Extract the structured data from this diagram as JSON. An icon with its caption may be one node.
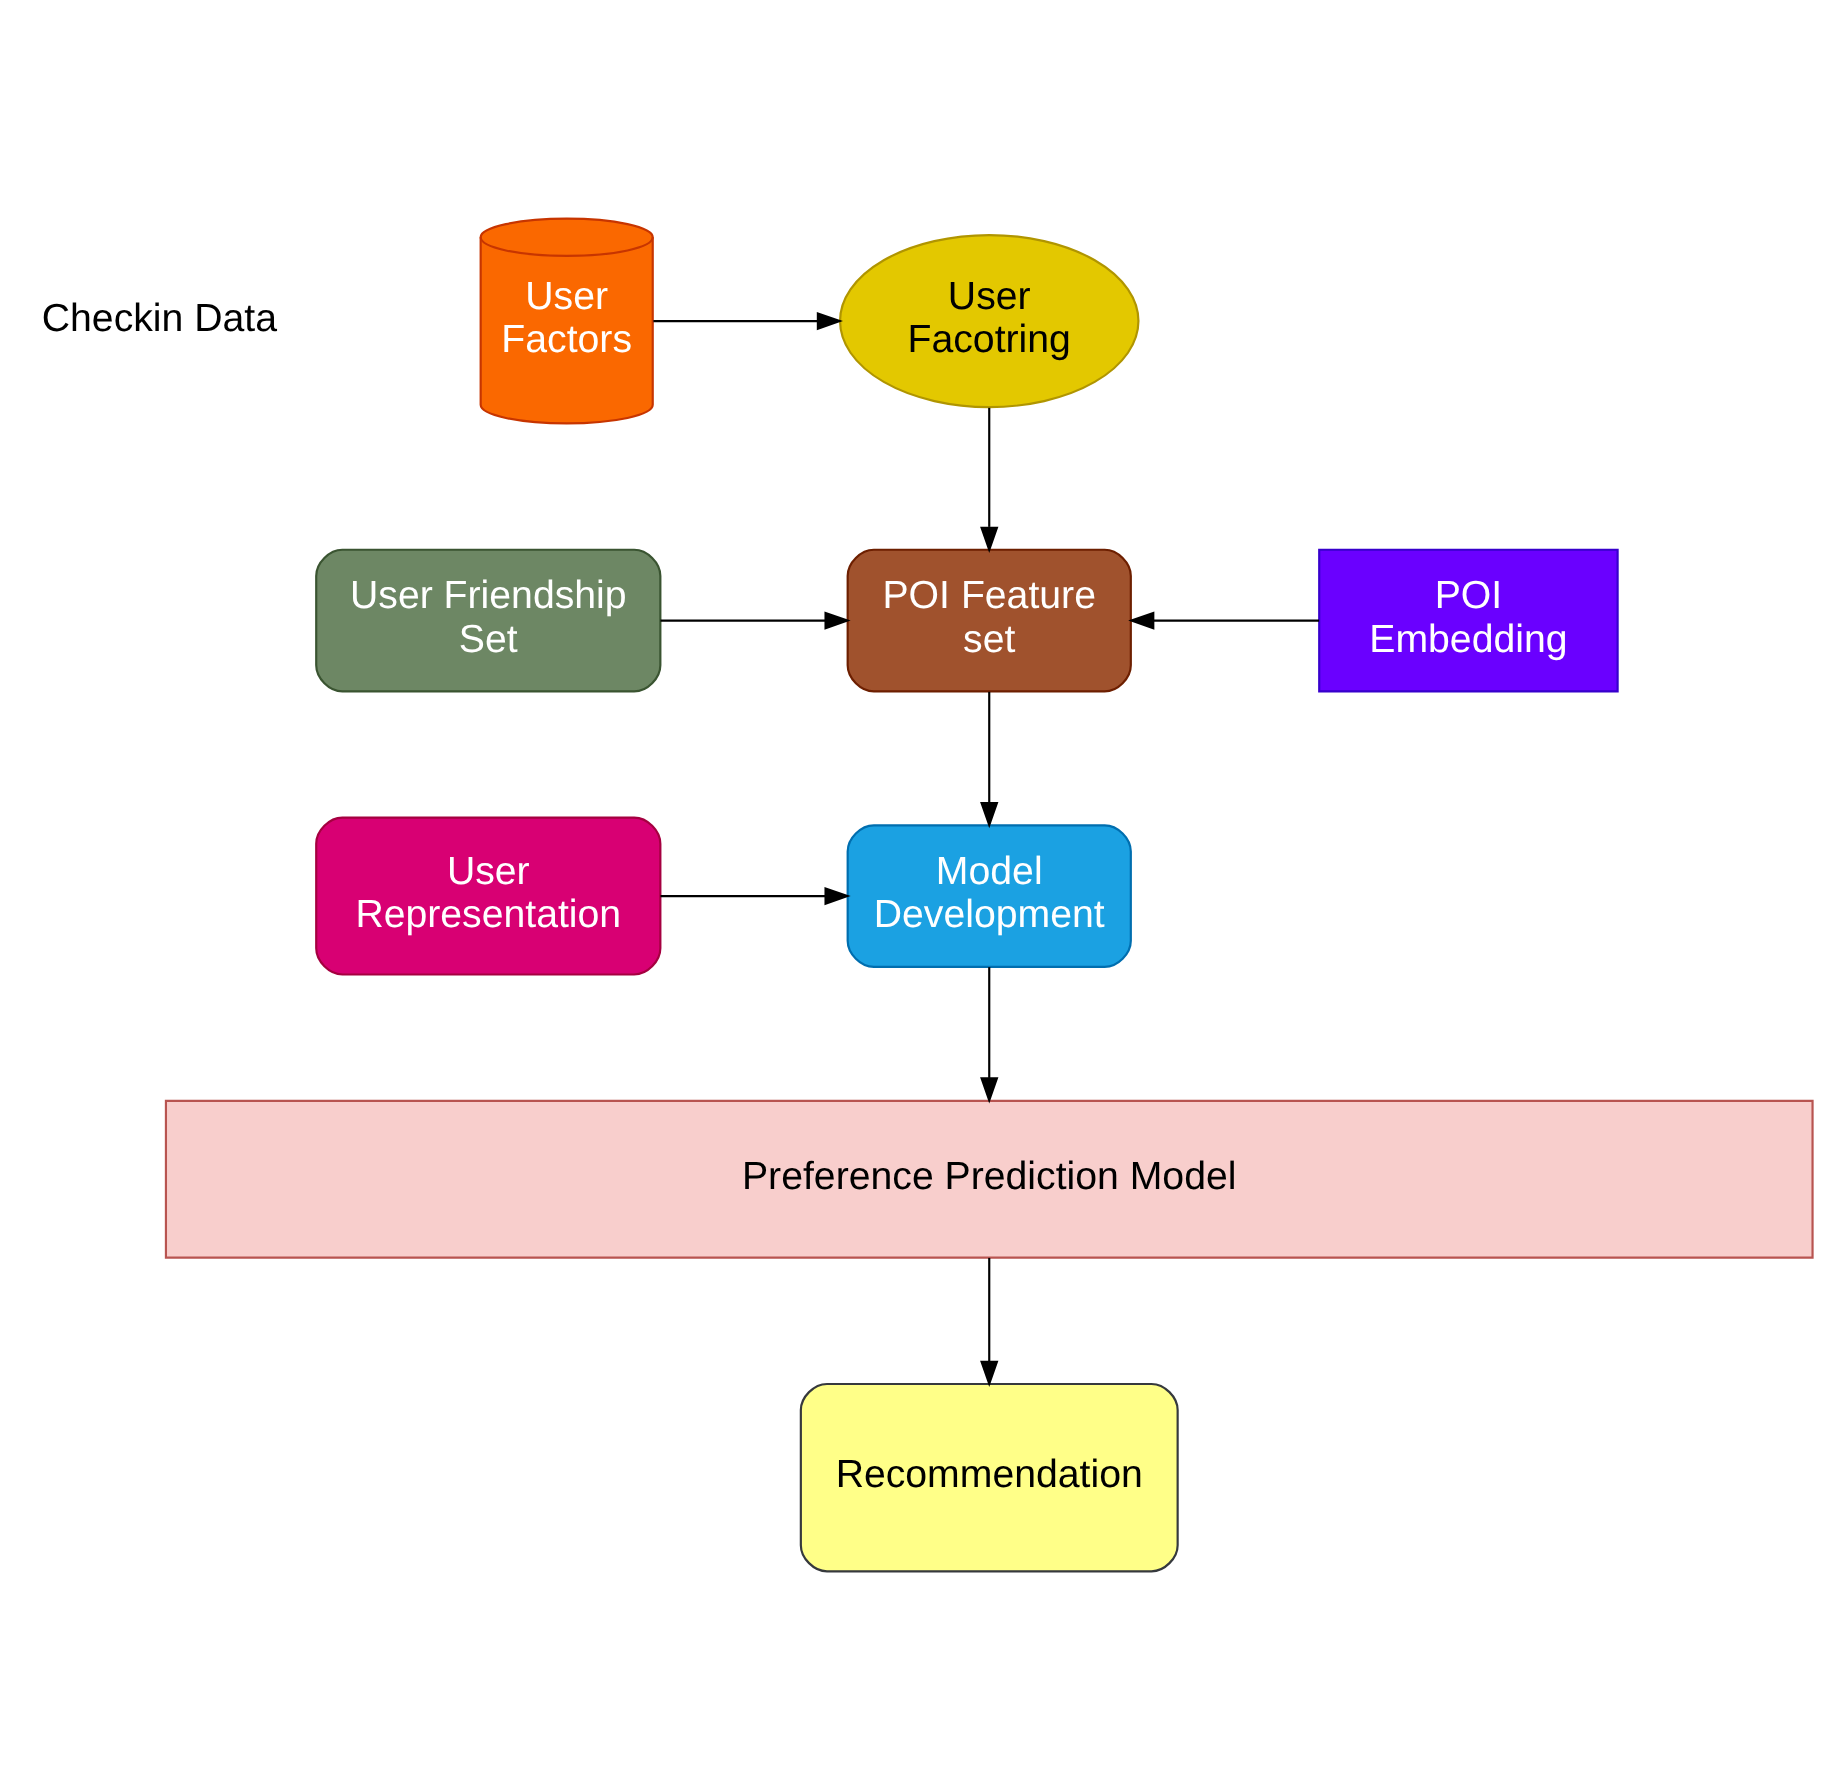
{
  "diagram": {
    "nodes": [
      {
        "text": [
          "User Factors"
        ]
      },
      {
        "text": [
          "User Facotring"
        ]
      },
      {
        "text": [
          "User Friendship Set"
        ]
      },
      {
        "text": [
          "POI Feature set"
        ]
      },
      {
        "text": [
          "POI Embedding"
        ]
      },
      {
        "text": [
          "User Representation"
        ]
      },
      {
        "text": [
          "Model Development"
        ]
      },
      {
        "text": [
          "Preference Prediction Model"
        ]
      },
      {
        "text": [
          "Recommendation"
        ]
      }
    ],
    "edges": [
      {
        "from": 0,
        "to": 1,
        "arrow": "to"
      },
      {
        "from": 1,
        "to": 3,
        "arrow": "to"
      },
      {
        "from": 2,
        "to": 3,
        "arrow": "to"
      },
      {
        "from": 4,
        "to": 3,
        "arrow": "to"
      },
      {
        "from": 3,
        "to": 6,
        "arrow": "to"
      },
      {
        "from": 5,
        "to": 6,
        "arrow": "to"
      },
      {
        "from": 6,
        "to": 7,
        "arrow": "to"
      },
      {
        "from": 7,
        "to": 8,
        "arrow": "to"
      }
    ],
    "labels": [
      "Checkin Data"
    ]
  }
}
